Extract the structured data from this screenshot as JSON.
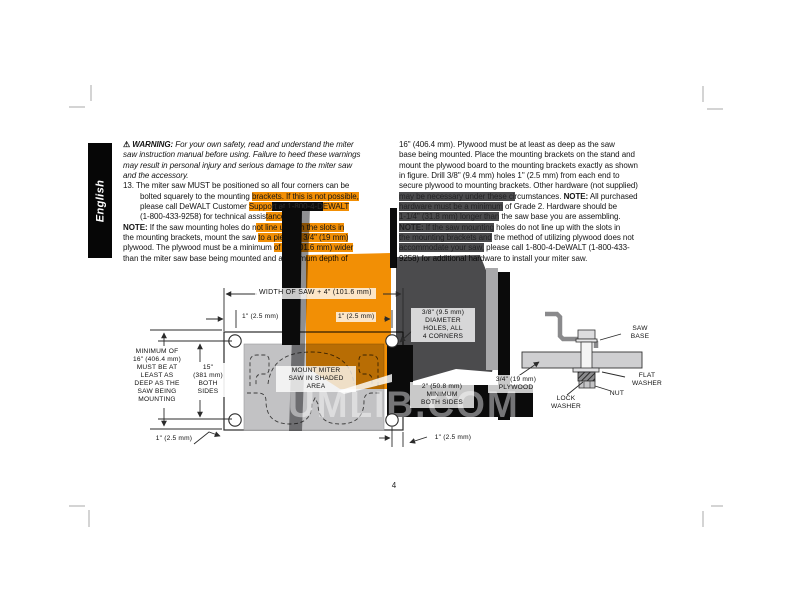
{
  "page": {
    "number": "4",
    "language_tab": "English"
  },
  "watermark": {
    "text": "UMLIB.COM"
  },
  "left_column": {
    "lines": [
      {
        "segs": [
          {
            "t": "⚠ ",
            "cls": "b",
            "name": "warning-icon"
          },
          {
            "t": "WARNING:",
            "cls": "bi"
          },
          {
            "t": " For your own safety, read and understand the miter",
            "cls": "i"
          }
        ]
      },
      {
        "segs": [
          {
            "t": "saw instruction manual before using. Failure to heed these warnings",
            "cls": "i"
          }
        ]
      },
      {
        "segs": [
          {
            "t": "may result in personal injury and serious damage to the miter saw",
            "cls": "i"
          }
        ]
      },
      {
        "segs": [
          {
            "t": "and the accessory.",
            "cls": "i"
          }
        ]
      },
      {
        "segs": [
          {
            "t": "13. The miter saw MUST be positioned so all four corners can be"
          }
        ]
      },
      {
        "ind": 17,
        "segs": [
          {
            "t": "bolted squarely to the mounting "
          },
          {
            "t": "brackets. If this is not possible,",
            "cls": "hl-o"
          }
        ]
      },
      {
        "ind": 17,
        "segs": [
          {
            "t": "please call DeWALT Customer "
          },
          {
            "t": "Suppo",
            "cls": "hl-o"
          },
          {
            "t": "rt at 1-800-4-D",
            "cls": "hl-k"
          },
          {
            "t": "EWALT",
            "cls": "hl-o"
          }
        ]
      },
      {
        "ind": 17,
        "segs": [
          {
            "t": "(1-800-433-9258) for technical assis"
          },
          {
            "t": "tance.",
            "cls": "hl-o"
          },
          {
            "t": "   ",
            "cls": "hl-o"
          }
        ]
      },
      {
        "segs": [
          {
            "t": "NOTE:",
            "cls": "b"
          },
          {
            "t": " If the saw mounting holes do n"
          },
          {
            "t": "ot line up with the slots in",
            "cls": "hl-o"
          }
        ]
      },
      {
        "segs": [
          {
            "t": "the mounting brackets, mount the saw "
          },
          {
            "t": "to a piece of 3/4\" (19 mm)",
            "cls": "hl-o"
          }
        ]
      },
      {
        "segs": [
          {
            "t": "plywood. The plywood must be a minimum "
          },
          {
            "t": "of 4\" (101.6 mm) wider",
            "cls": "hl-o"
          }
        ]
      },
      {
        "segs": [
          {
            "t": "than the miter saw base being mounted and a minimum depth of"
          }
        ]
      }
    ]
  },
  "right_column": {
    "lines": [
      {
        "segs": [
          {
            "t": "16\" (406.4 mm). Plywood must be at least as deep as the saw"
          }
        ]
      },
      {
        "segs": [
          {
            "t": "base being mounted. Place the mounting brackets on the stand and"
          }
        ]
      },
      {
        "segs": [
          {
            "t": "mount the plywood board to the mounting brackets exactly as shown"
          }
        ]
      },
      {
        "segs": [
          {
            "t": "in figure. Drill 3/8\" (9.4 mm) holes 1\" (2.5 mm) from each end to"
          }
        ]
      },
      {
        "segs": [
          {
            "t": "secure plywood to mounting brackets. Other hardware (not supplied)"
          }
        ]
      },
      {
        "segs": [
          {
            "t": "may be necessary under these ci",
            "cls": "hl-g"
          },
          {
            "t": "rcumstances. "
          },
          {
            "t": "NOTE:",
            "cls": "b"
          },
          {
            "t": " All purchased"
          }
        ]
      },
      {
        "segs": [
          {
            "t": "hardware must be a minimum",
            "cls": "hl-g"
          },
          {
            "t": " of Grade 2. Hardware should be"
          }
        ]
      },
      {
        "segs": [
          {
            "t": "1-1/4\" (31.8 mm) longer than",
            "cls": "hl-g"
          },
          {
            "t": " the saw base you are assembling."
          }
        ]
      },
      {
        "segs": [
          {
            "t": "NOTE:",
            "cls": "b hl-g"
          },
          {
            "t": " If the saw mounting",
            "cls": "hl-g"
          },
          {
            "t": " holes do not line up with the slots in"
          }
        ]
      },
      {
        "segs": [
          {
            "t": "the mounting brackets and",
            "cls": "hl-g"
          },
          {
            "t": " the method of utilizing plywood does not"
          }
        ]
      },
      {
        "segs": [
          {
            "t": "accommodate your saw,",
            "cls": "hl-g"
          },
          {
            "t": " please call 1-800-4-DeWALT (1-800-433-"
          }
        ]
      },
      {
        "segs": [
          {
            "t": "9258) for additional hardware to install your miter saw."
          }
        ]
      }
    ]
  },
  "diagram": {
    "labels": {
      "width_dim": {
        "text": "WIDTH OF SAW + 4\" (101.6 mm)"
      },
      "one_tl": {
        "text": "1\" (2.5 mm)"
      },
      "one_tm": {
        "text": "1\" (2.5 mm)"
      },
      "one_bl": {
        "text": "1\" (2.5 mm)"
      },
      "one_br": {
        "text": "1\" (2.5 mm)"
      },
      "holes": {
        "text": "3/8\" (9.5 mm)\nDIAMETER\nHOLES, ALL\n4 CORNERS"
      },
      "min16": {
        "text": "MINIMUM OF\n16\" (406.4 mm)\nMUST BE AT\nLEAST AS\nDEEP AS THE\nSAW BEING\nMOUNTING"
      },
      "fifteen": {
        "text": "15\"\n(381 mm)\nBOTH\nSIDES"
      },
      "mount": {
        "text": "MOUNT MITER\nSAW IN SHADED\nAREA"
      },
      "two_inch": {
        "text": "2\" (50.8 mm)\nMINIMUM\nBOTH SIDES"
      },
      "plywood": {
        "text": "3/4\" (19 mm)\nPLYWOOD"
      },
      "saw_base": {
        "text": "SAW\nBASE"
      },
      "flat_washer": {
        "text": "FLAT\nWASHER"
      },
      "nut": {
        "text": "NUT"
      },
      "lock_washer": {
        "text": "LOCK\nWASHER"
      }
    }
  },
  "colors": {
    "watermark_orange": "#F28F05",
    "watermark_dark": "#4B4B4D",
    "watermark_black": "#0B0B0B",
    "saw_area_gray": "#C2C2C4",
    "tab_background": "#060606"
  }
}
